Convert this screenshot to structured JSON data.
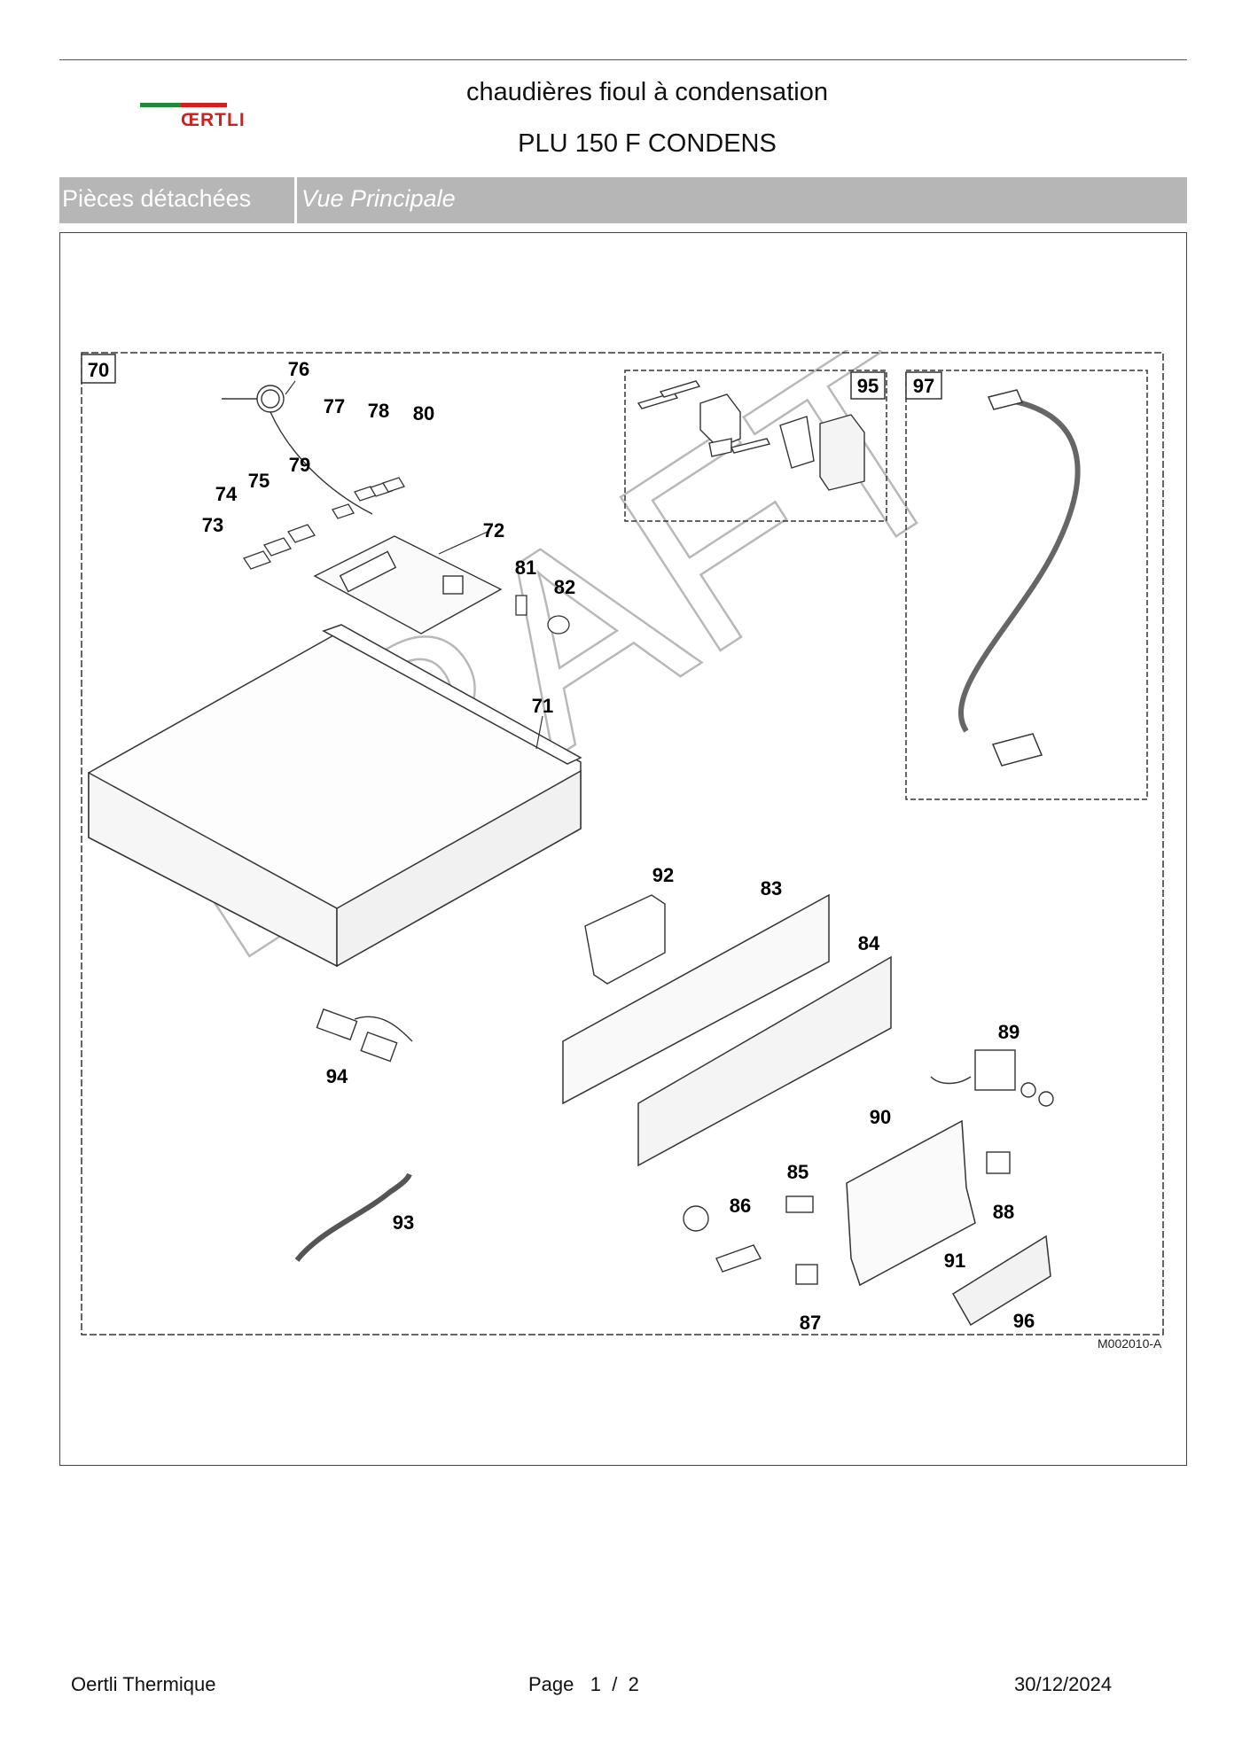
{
  "header": {
    "brand_logo_text": "ŒRTLI",
    "subtitle": "chaudières fioul à condensation",
    "model": "PLU 150 F CONDENS"
  },
  "band": {
    "section": "Pièces détachées",
    "view": "Vue Principale"
  },
  "drawing": {
    "watermark": "DRAFT",
    "labels": {
      "l70": "70",
      "l71": "71",
      "l72": "72",
      "l73": "73",
      "l74": "74",
      "l75": "75",
      "l76": "76",
      "l77": "77",
      "l78": "78",
      "l79": "79",
      "l80": "80",
      "l81": "81",
      "l82": "82",
      "l83": "83",
      "l84": "84",
      "l85": "85",
      "l86": "86",
      "l87": "87",
      "l88": "88",
      "l89": "89",
      "l90": "90",
      "l91": "91",
      "l92": "92",
      "l93": "93",
      "l94": "94",
      "l95": "95",
      "l96": "96",
      "l97": "97"
    },
    "reference": "M002010-A"
  },
  "footer": {
    "company": "Oertli Thermique",
    "page_label": "Page",
    "page_current": "1",
    "page_sep": "/",
    "page_total": "2",
    "date": "30/12/2024"
  },
  "colors": {
    "band": "#b6b6b6",
    "brand_red": "#d21f1f",
    "brand_green": "#1f8a3a"
  }
}
